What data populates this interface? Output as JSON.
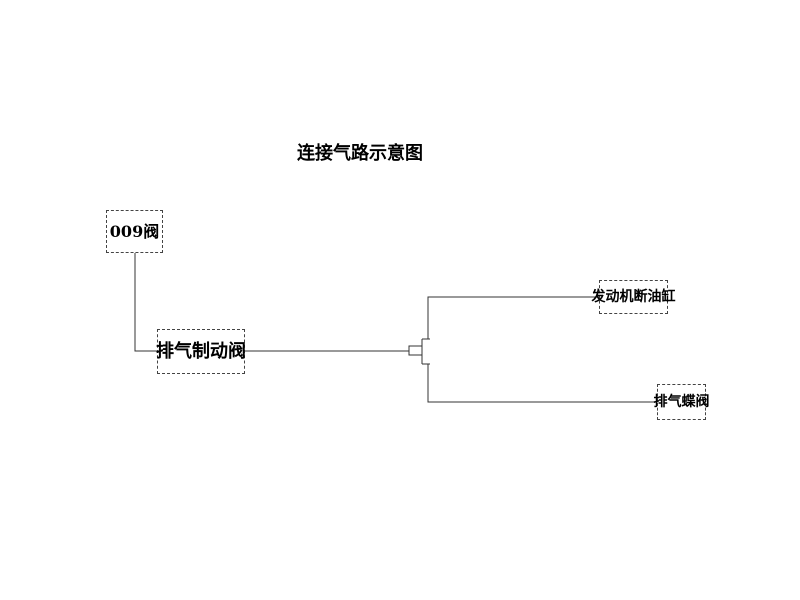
{
  "title": "连接气路示意图",
  "nodes": {
    "valve_009": "009阀",
    "exhaust_brake_valve": "排气制动阀",
    "engine_cutoff_cylinder": "发动机断油缸",
    "exhaust_butterfly_valve": "排气蝶阀"
  },
  "colors": {
    "line": "#333333",
    "border": "#444444",
    "text": "#000000",
    "background": "#ffffff"
  }
}
